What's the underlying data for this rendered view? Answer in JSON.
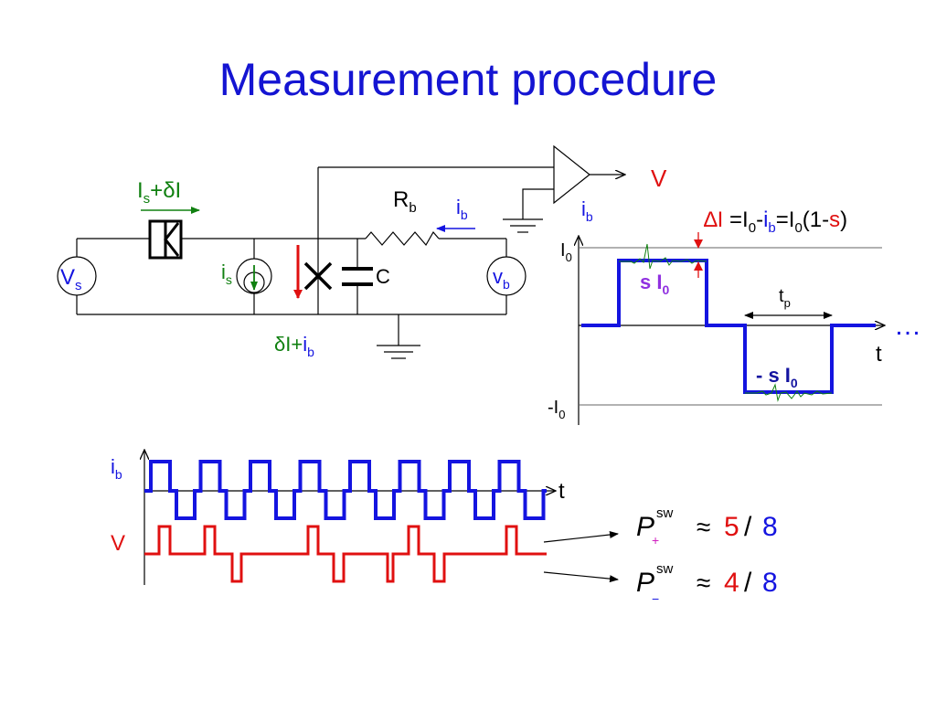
{
  "title": "Measurement procedure",
  "colors": {
    "title": "#1414d2",
    "blue": "#1414e0",
    "red": "#e01010",
    "green": "#108010",
    "purple": "#9030e0",
    "wire": "#000000"
  },
  "circuit": {
    "source_label": {
      "main": "V",
      "sub": "s"
    },
    "junction_current": {
      "main": "I",
      "sub": "s",
      "rest": "+δI"
    },
    "is_label": {
      "main": "i",
      "sub": "s"
    },
    "capacitor_label": "C",
    "resistor_label": {
      "main": "R",
      "sub": "b"
    },
    "bias_current_label": {
      "main": "i",
      "sub": "b"
    },
    "bias_source_label": {
      "main": "v",
      "sub": "b"
    },
    "sum_current_label": {
      "green": "δI+",
      "main": "i",
      "sub": "b"
    },
    "amp_output": "V"
  },
  "waveform": {
    "y_label": {
      "main": "i",
      "sub": "b"
    },
    "formula": {
      "delta": "∆I",
      "eq1": " =I",
      "s0": "0",
      "dash": "-",
      "ib": "i",
      "ibsub": "b",
      "eq2": "=I",
      "s1": "0",
      "open": "(1-",
      "s": "s",
      "close": ")"
    },
    "i0_label": {
      "main": "I",
      "sub": "0"
    },
    "neg_i0_label": {
      "main": "-I",
      "sub": "0"
    },
    "pos_level": {
      "main": "s I",
      "sub": "0"
    },
    "neg_level": {
      "main": "- s I",
      "sub": "0"
    },
    "tp_label": {
      "main": "t",
      "sub": "p"
    },
    "t_label": "t",
    "ellipsis": "…"
  },
  "timeline": {
    "ib_label": {
      "main": "i",
      "sub": "b"
    },
    "v_label": "V",
    "t_label": "t"
  },
  "results": [
    {
      "p": "P",
      "sup": "sw",
      "sub": "+",
      "approx": "≈",
      "num": "5",
      "slash": "/",
      "den": "8"
    },
    {
      "p": "P",
      "sup": "sw",
      "sub": "−",
      "approx": "≈",
      "num": "4",
      "slash": "/",
      "den": "8"
    }
  ]
}
